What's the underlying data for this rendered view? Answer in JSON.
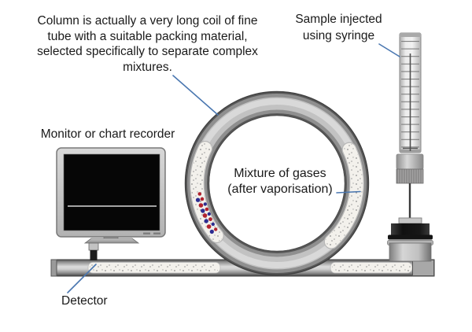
{
  "labels": {
    "column_note": {
      "line1": "Column is actually a very long coil of fine",
      "line2": "tube with a suitable packing material,",
      "line3": "selected specifically to separate complex",
      "line4": "mixtures."
    },
    "sample_injection": {
      "line1": "Sample injected",
      "line2": "using syringe"
    },
    "monitor": "Monitor or chart recorder",
    "mixture": {
      "line1": "Mixture of gases",
      "line2": "(after vaporisation)"
    },
    "detector": "Detector"
  },
  "colors": {
    "leader_line": "#4a77b0",
    "text": "#1a1a1a",
    "tube_metal_light": "#dcdcdc",
    "tube_metal_dark": "#4f4f4f",
    "packing_material": "#f3f1ec",
    "sample_band_red": "#b1222e",
    "sample_band_blue": "#2c2c90",
    "monitor_screen": "#060606",
    "monitor_trace": "#ffffff"
  }
}
